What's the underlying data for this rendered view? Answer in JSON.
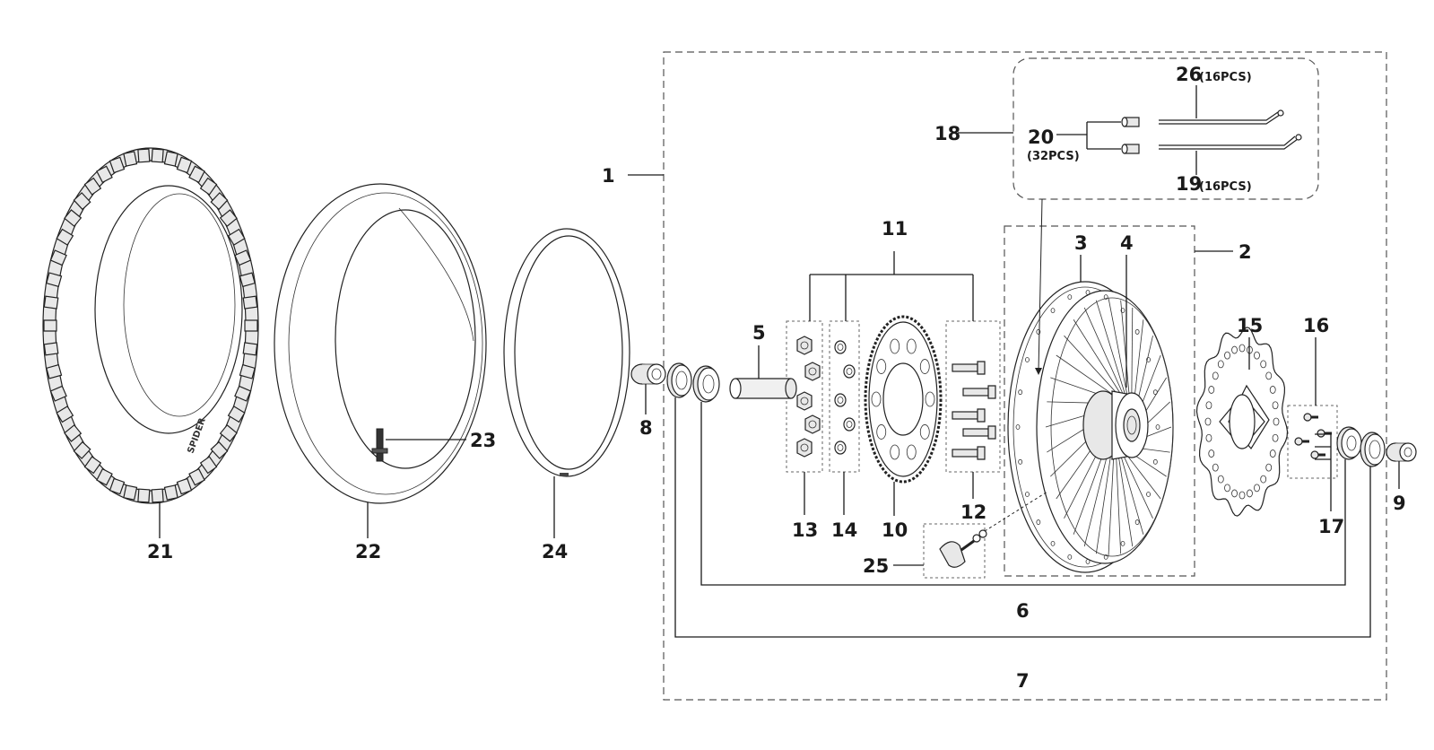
{
  "labels": {
    "p1": "1",
    "p2": "2",
    "p3": "3",
    "p4": "4",
    "p5": "5",
    "p6": "6",
    "p7": "7",
    "p8": "8",
    "p9": "9",
    "p10": "10",
    "p11": "11",
    "p12": "12",
    "p13": "13",
    "p14": "14",
    "p15": "15",
    "p16": "16",
    "p17": "17",
    "p18": "18",
    "p19": "19",
    "p20": "20",
    "p21": "21",
    "p22": "22",
    "p23": "23",
    "p24": "24",
    "p25": "25",
    "p26": "26"
  },
  "quantities": {
    "q19": "(16PCS)",
    "q20": "(32PCS)",
    "q26": "(16PCS)"
  },
  "tire_sidewall_text": "SPIDER"
}
